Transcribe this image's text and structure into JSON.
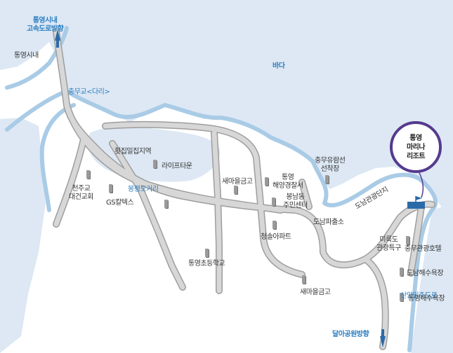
{
  "sea_label": "바다",
  "resort": {
    "name": "통영\n마리나\n리조트"
  },
  "directions": {
    "expressway": "통영시내\n고속도로방향",
    "city": "통영시내",
    "dalah_park": "달아공원방향"
  },
  "roads": {
    "bridge": "충무교<다리>",
    "junction": "봉평오거리",
    "tourist_complex": "도남관광단지",
    "sanyang_road": "산양일주도로"
  },
  "places": {
    "dense_area": "횟집밀집지역",
    "life_town": "라이프타운",
    "church": "천주교\n대건교회",
    "gs_caltex": "GS칼텍스",
    "saemaul_bank_1": "새마을금고",
    "marine_police": "통영\n해양경찰서",
    "community_center": "봉남동\n주민센터",
    "yacht_dock": "충무유람선\n선착장",
    "police_box": "도남파출소",
    "apartment": "청솔아파트",
    "elementary_school": "통영초등학교",
    "saemaul_bank_2": "새마을금고",
    "mireukdo_zone": "미륵도\n관광특구",
    "chungmu_hotel": "충무관광호텔",
    "donam_beach": "도남해수욕장",
    "tongyeong_beach": "통영해수욕장"
  },
  "colors": {
    "sea": "#dde8f4",
    "coast": "#a9cbe6",
    "road": "#c9c9c9",
    "road_edge": "#9e9e9e",
    "label_blue": "#2b7fc2",
    "resort_ring": "#553a8e"
  }
}
